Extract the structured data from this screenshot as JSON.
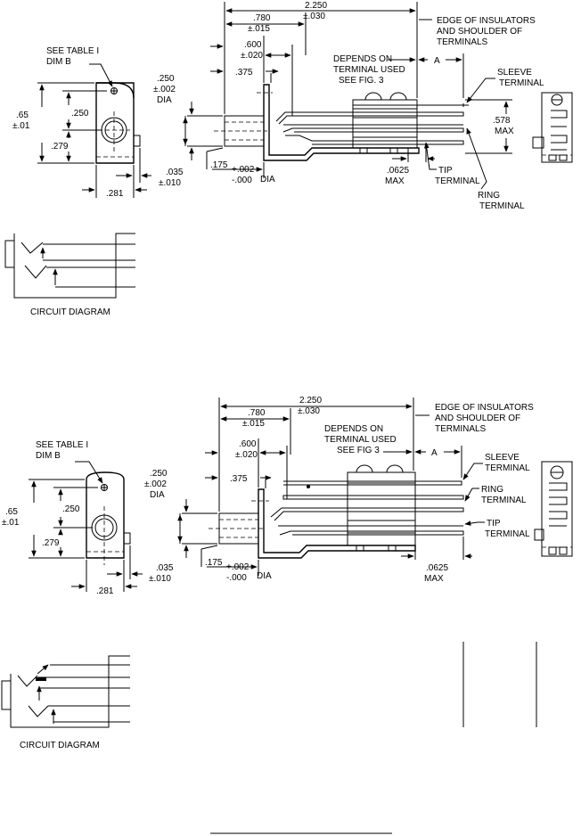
{
  "fig1": {
    "dim_overall": "2.250",
    "dim_overall_tol": "±.030",
    "dim_780": ".780",
    "dim_780_tol": "±.015",
    "dim_600": ".600",
    "dim_600_tol": "±.020",
    "dim_375": ".375",
    "dim_250": ".250",
    "dim_250_tol": "±.002",
    "dim_250_dia": "DIA",
    "dim_175": ".175",
    "dim_175_tol_plus": "+.002",
    "dim_175_tol_minus": "-.000",
    "dim_175_dia": "DIA",
    "edge_note_1": "EDGE OF INSULATORS",
    "edge_note_2": "AND SHOULDER OF",
    "edge_note_3": "TERMINALS",
    "depends_1": "DEPENDS ON",
    "depends_2": "TERMINAL USED",
    "depends_3": "SEE FIG. 3",
    "dim_a": "A",
    "sleeve_1": "SLEEVE",
    "sleeve_2": "TERMINAL",
    "dim_578": ".578",
    "dim_578_max": "MAX",
    "dim_0625": ".0625",
    "dim_0625_max": "MAX",
    "tip_1": "TIP",
    "tip_2": "TERMINAL",
    "ring_1": "RING",
    "ring_2": "TERMINAL",
    "see_table_1": "SEE TABLE I",
    "see_table_2": "DIM B",
    "dim_65": ".65",
    "dim_65_tol": "±.01",
    "dim_side_250": ".250",
    "dim_279": ".279",
    "dim_035": ".035",
    "dim_035_tol": "±.010",
    "dim_281": ".281",
    "circuit_label": "CIRCUIT DIAGRAM"
  },
  "fig2": {
    "dim_overall": "2.250",
    "dim_overall_tol": "±.030",
    "dim_780": ".780",
    "dim_780_tol": "±.015",
    "dim_600": ".600",
    "dim_600_tol": "±.020",
    "dim_375": ".375",
    "dim_250": ".250",
    "dim_250_tol": "±.002",
    "dim_250_dia": "DIA",
    "dim_175": ".175",
    "dim_175_tol_plus": "+.002",
    "dim_175_tol_minus": "-.000",
    "dim_175_dia": "DIA",
    "edge_note_1": "EDGE OF INSULATORS",
    "edge_note_2": "AND SHOULDER OF",
    "edge_note_3": "TERMINALS",
    "depends_1": "DEPENDS ON",
    "depends_2": "TERMINAL USED",
    "depends_3": "SEE FIG 3",
    "dim_a": "A",
    "sleeve_1": "SLEEVE",
    "sleeve_2": "TERMINAL",
    "ring_1": "RING",
    "ring_2": "TERMINAL",
    "tip_1": "TIP",
    "tip_2": "TERMINAL",
    "dim_0625": ".0625",
    "dim_0625_max": "MAX",
    "see_table_1": "SEE TABLE I",
    "see_table_2": "DIM B",
    "dim_65": ".65",
    "dim_65_tol": "±.01",
    "dim_side_250": ".250",
    "dim_279": ".279",
    "dim_035": ".035",
    "dim_035_tol": "±.010",
    "dim_281": ".281",
    "circuit_label": "CIRCUIT DIAGRAM"
  }
}
